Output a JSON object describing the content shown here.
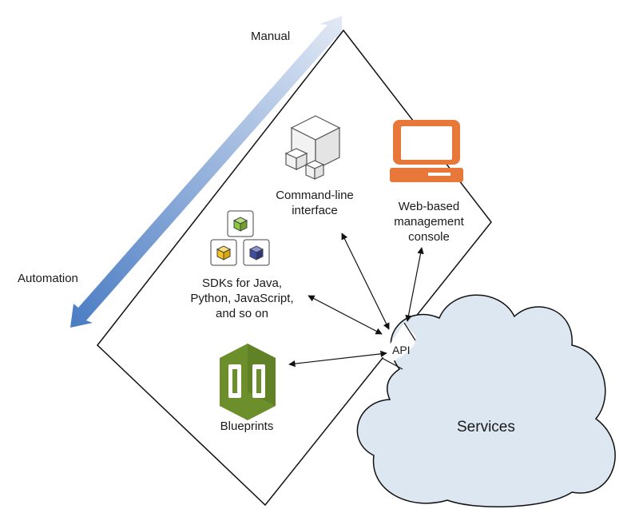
{
  "axis": {
    "top_label": "Manual",
    "bottom_label": "Automation"
  },
  "nodes": {
    "cli": {
      "line1": "Command-line",
      "line2": "interface",
      "icon": "cubes-icon"
    },
    "console": {
      "line1": "Web-based",
      "line2": "management",
      "line3": "console",
      "icon": "monitor-icon"
    },
    "sdks": {
      "line1": "SDKs for Java,",
      "line2": "Python, JavaScript,",
      "line3": "and so on",
      "icon": "sdk-cubes-icon"
    },
    "blueprints": {
      "label": "Blueprints",
      "icon": "blueprints-icon"
    },
    "api": {
      "label": "API"
    },
    "services": {
      "label": "Services",
      "icon": "cloud-icon"
    }
  },
  "colors": {
    "arrow_light": "#dde6f3",
    "arrow_dark": "#4f7fc4",
    "monitor": "#e8773a",
    "blueprint_green": "#6c8e2b",
    "cloud_fill": "#dde7f2",
    "sdk_green": "#8cc63f",
    "sdk_yellow": "#f4c21a",
    "sdk_blue": "#3f4ca3"
  }
}
